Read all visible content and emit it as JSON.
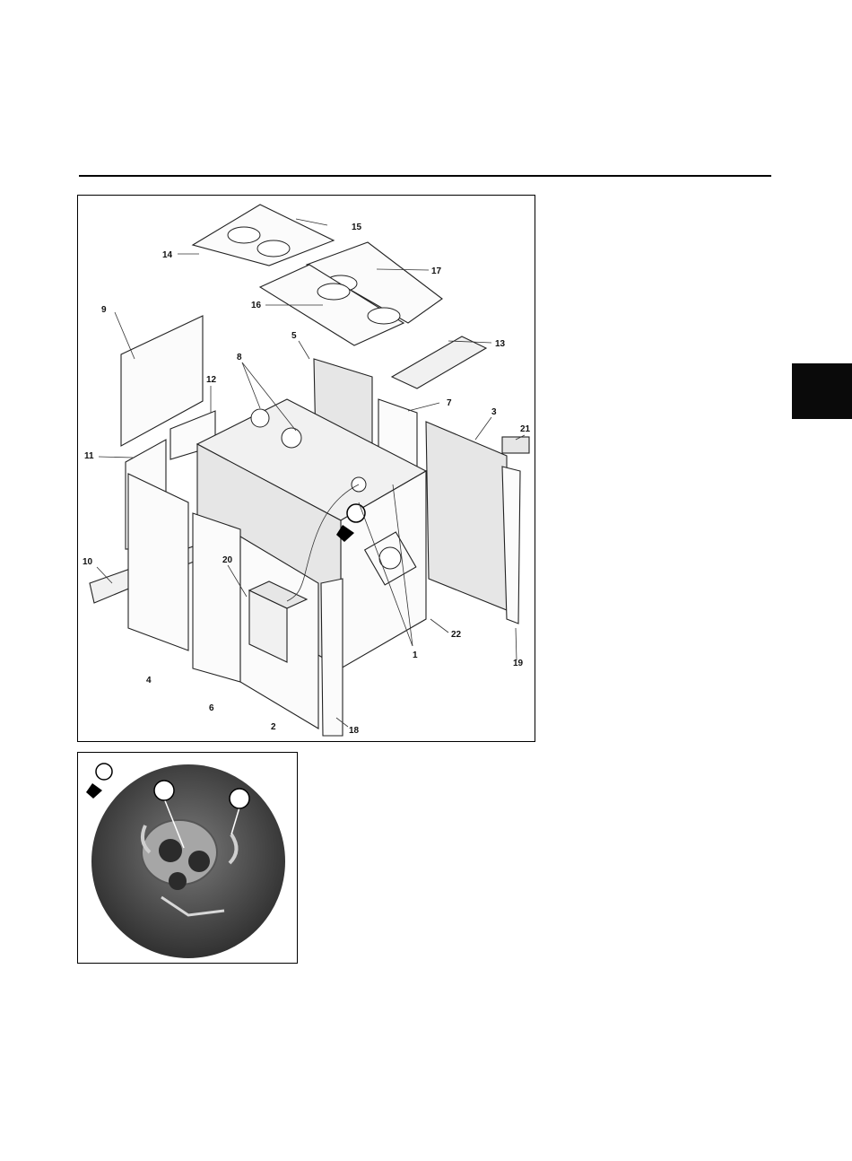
{
  "figure": {
    "part_labels": [
      {
        "id": "lbl-1",
        "text": "1"
      },
      {
        "id": "lbl-2",
        "text": "2"
      },
      {
        "id": "lbl-3",
        "text": "3"
      },
      {
        "id": "lbl-4",
        "text": "4"
      },
      {
        "id": "lbl-5",
        "text": "5"
      },
      {
        "id": "lbl-6",
        "text": "6"
      },
      {
        "id": "lbl-7",
        "text": "7"
      },
      {
        "id": "lbl-8",
        "text": "8"
      },
      {
        "id": "lbl-9",
        "text": "9"
      },
      {
        "id": "lbl-10",
        "text": "10"
      },
      {
        "id": "lbl-11",
        "text": "11"
      },
      {
        "id": "lbl-12",
        "text": "12"
      },
      {
        "id": "lbl-13",
        "text": "13"
      },
      {
        "id": "lbl-14",
        "text": "14"
      },
      {
        "id": "lbl-15",
        "text": "15"
      },
      {
        "id": "lbl-16",
        "text": "16"
      },
      {
        "id": "lbl-17",
        "text": "17"
      },
      {
        "id": "lbl-18",
        "text": "18"
      },
      {
        "id": "lbl-19",
        "text": "19"
      },
      {
        "id": "lbl-20",
        "text": "20"
      },
      {
        "id": "lbl-21",
        "text": "21"
      },
      {
        "id": "lbl-22",
        "text": "22"
      }
    ]
  },
  "colors": {
    "rule": "#000000",
    "section_tab": "#0a0a0a",
    "photo_dark": "#3a3a3a",
    "photo_light": "#bdbdbd"
  }
}
